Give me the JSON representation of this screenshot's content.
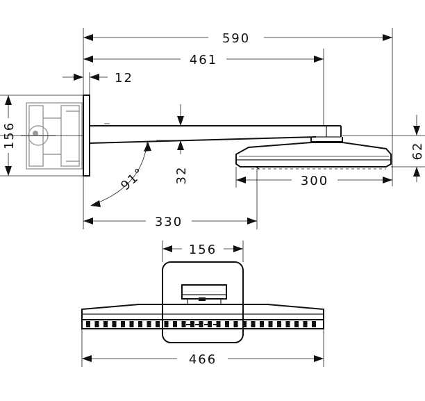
{
  "dimensions": {
    "overall_length": "590",
    "arm_length": "461",
    "plate_thickness": "12",
    "box_height": "156",
    "arm_drop": "32",
    "angle": "91°",
    "head_width_side": "300",
    "head_height": "62",
    "head_offset": "330",
    "plate_width": "156",
    "head_width_front": "466"
  }
}
